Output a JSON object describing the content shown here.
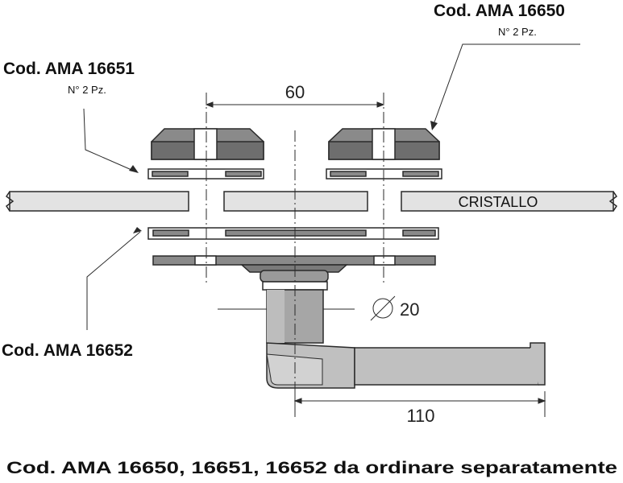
{
  "labels": {
    "code_16650": "Cod. AMA 16650",
    "qty_16650": "N° 2 Pz.",
    "code_16651": "Cod. AMA 16651",
    "qty_16651": "N° 2 Pz.",
    "code_16652": "Cod. AMA 16652",
    "glass": "CRISTALLO",
    "footer": "Cod. AMA 16650, 16651, 16652 da ordinare separatamente"
  },
  "dimensions": {
    "spacing": "60",
    "diameter": "20",
    "handle_length": "110"
  },
  "colors": {
    "outline": "#2a2a2a",
    "dark_fill": "#6e6e6e",
    "mid_fill": "#9a9a9a",
    "light_fill": "#c8c8c8",
    "glass_fill": "#e3e3e3"
  }
}
